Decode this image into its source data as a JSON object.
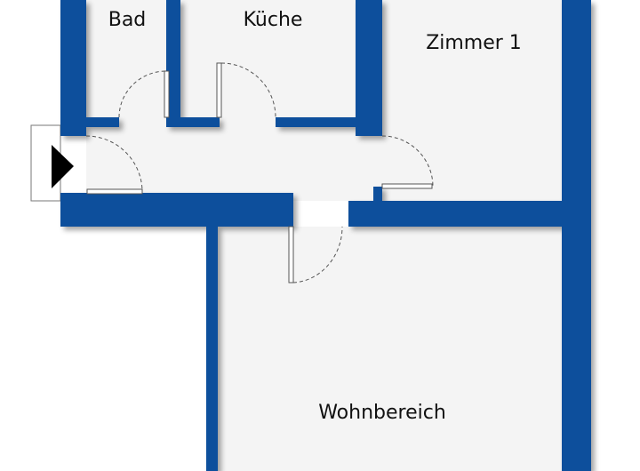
{
  "rooms": {
    "bad": "Bad",
    "kueche": "Küche",
    "zimmer1": "Zimmer 1",
    "wohnbereich": "Wohnbereich"
  },
  "colors": {
    "wall": "#0a4f9c",
    "floor": "#f4f4f4",
    "entrance_marker": "#000000"
  }
}
